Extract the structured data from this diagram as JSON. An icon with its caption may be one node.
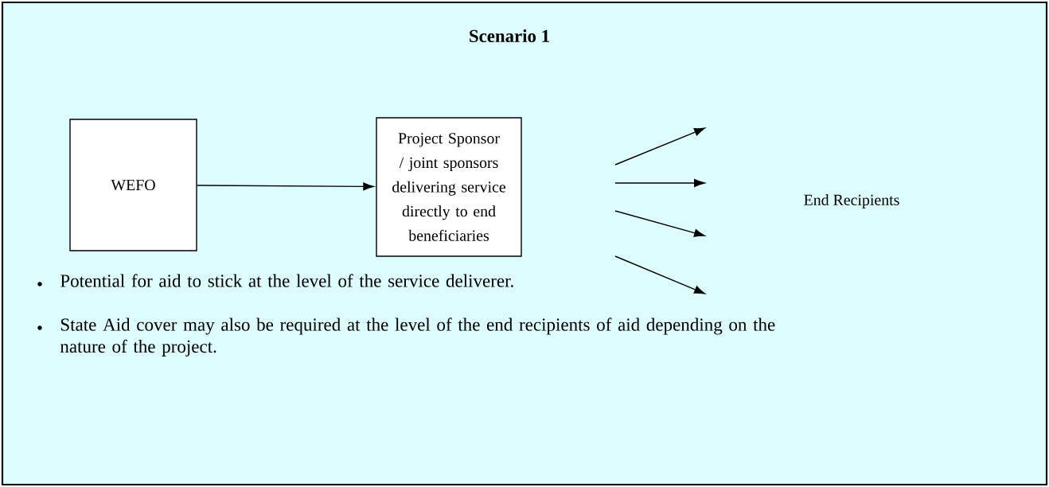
{
  "diagram": {
    "title": "Scenario 1",
    "nodes": [
      {
        "text": [
          "WEFO"
        ]
      },
      {
        "text": [
          "Project Sponsor / joint sponsors delivering service directly to end beneficiaries"
        ]
      },
      {
        "text": [
          "End Recipients"
        ]
      }
    ],
    "edges": [
      {
        "from": 0,
        "to": 1,
        "arrow": "to"
      }
    ],
    "labels": [
      "Potential for aid to stick at the level of the service deliverer.",
      "State Aid cover may also be required at the level of the end recipients of aid depending on the nature of the project."
    ]
  }
}
